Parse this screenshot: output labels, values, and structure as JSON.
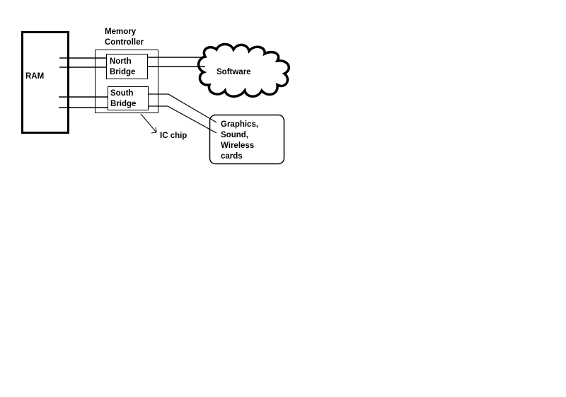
{
  "diagram": {
    "ram_label": "RAM",
    "memory_controller_label": [
      "Memory",
      "Controller"
    ],
    "north_bridge_label": [
      "North",
      "Bridge"
    ],
    "south_bridge_label": [
      "South",
      "Bridge"
    ],
    "software_label": "Software",
    "ic_chip_label": "IC chip",
    "cards_label": [
      "Graphics,",
      "Sound,",
      "Wireless",
      "cards"
    ]
  }
}
